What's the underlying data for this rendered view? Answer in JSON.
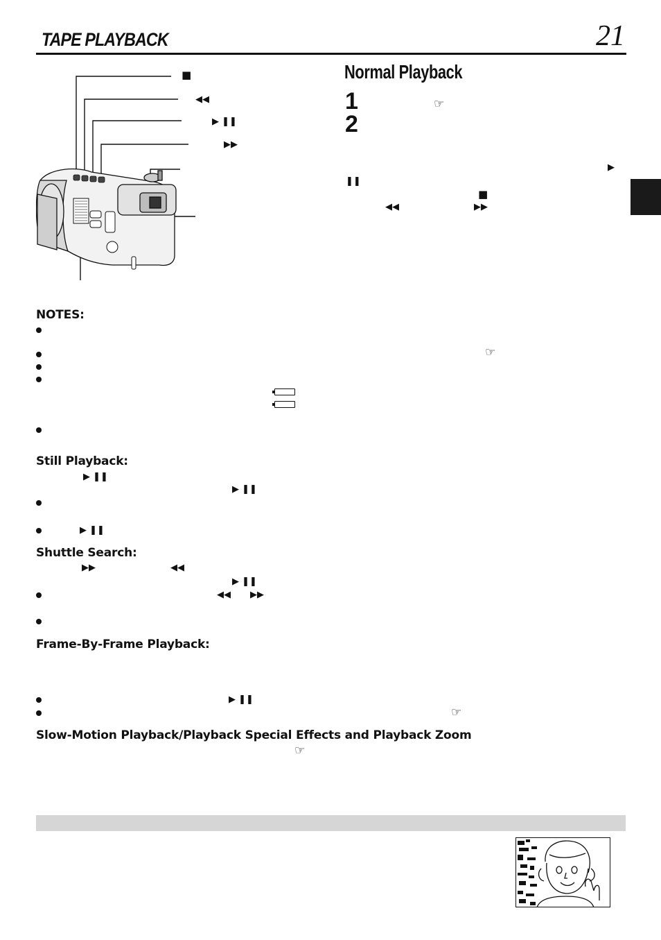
{
  "header": {
    "title": "TAPE PLAYBACK",
    "page_number": "21"
  },
  "section": {
    "title": "Normal Playback",
    "steps": [
      "1",
      "2"
    ]
  },
  "headings": {
    "notes": "NOTES:",
    "still": "Still Playback:",
    "shuttle": "Shuttle Search:",
    "frame": "Frame-By-Frame Playback:",
    "slow": "Slow-Motion Playback/Playback Special Effects and Playback Zoom"
  },
  "icons": {
    "stop": "■",
    "rewind": "◀◀",
    "play_pause": "▶ ❚❚",
    "fast_forward": "▶▶",
    "play": "▶",
    "pause": "❚❚",
    "reference": "☞"
  }
}
